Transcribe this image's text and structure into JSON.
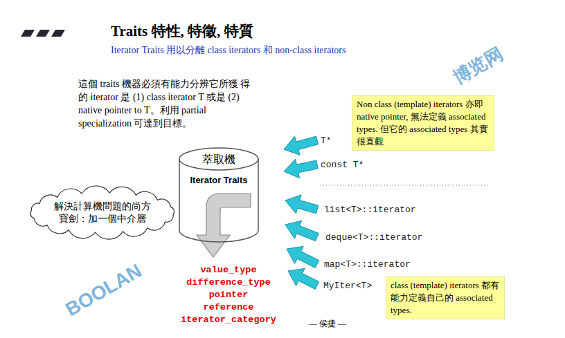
{
  "diagram": {
    "title": "Traits 特性, 特徵, 特質",
    "caption": "Iterator Traits 用以分離 class iterators 和 non-class iterators",
    "nodes": [
      {
        "text": [
          "Non class (template) iterators 亦即 native pointer, 無法定義 associated types. 但它的 associated types 其實很直觀"
        ]
      },
      {
        "text": [
          "萃取機",
          "Iterator Traits"
        ]
      },
      {
        "text": [
          "解決計算機問題的尚方 寶劍：加一個中介層"
        ]
      },
      {
        "text": [
          "class (template) iterators 都有能力定義自己的 associated types."
        ]
      }
    ],
    "labels": [
      "這個 traits 機器必須有能力分辨它所獲 得的 iterator 是 (1) class iterator T 或是 (2) native pointer to T。利用 partial specialization 可達到目標。",
      "T*",
      "const T*",
      "list<T>::iterator",
      "deque<T>::iterator",
      "map<T>::iterator",
      "MyIter<T>",
      "value_type",
      "difference_type",
      "pointer",
      "reference",
      "iterator_category",
      "— 侯捷 —",
      "BOOLAN",
      "博览网"
    ]
  }
}
